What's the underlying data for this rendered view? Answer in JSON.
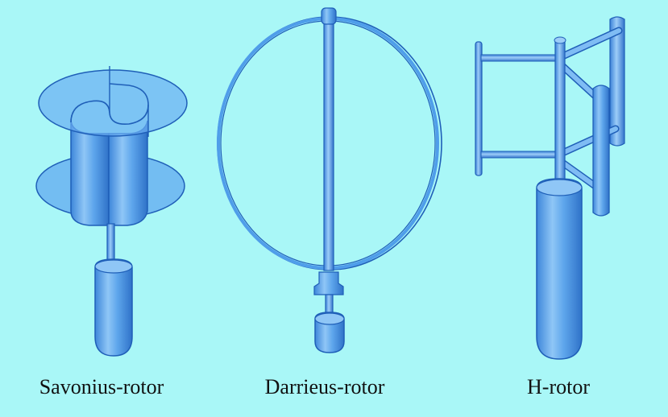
{
  "figure": {
    "background_color": "#a9f7f7",
    "rotor_color": "#4f9eea",
    "outline_color": "#1f5fb8",
    "rotors": [
      {
        "id": "savonius",
        "label": "Savonius-rotor"
      },
      {
        "id": "darrieus",
        "label": "Darrieus-rotor"
      },
      {
        "id": "h",
        "label": "H-rotor"
      }
    ]
  }
}
